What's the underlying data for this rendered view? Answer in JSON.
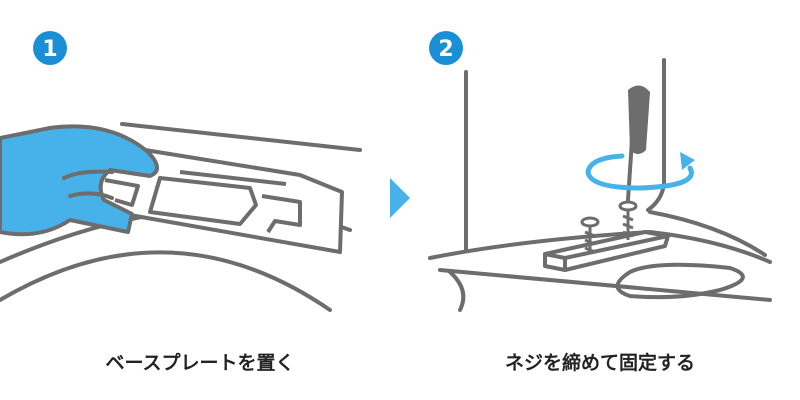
{
  "colors": {
    "accent": "#1a8fd6",
    "hand": "#47b2ea",
    "arrow": "#47b2ea",
    "stroke": "#6d6d6d",
    "text": "#222222"
  },
  "steps": [
    {
      "number": "1",
      "caption": "ベースプレートを置く"
    },
    {
      "number": "2",
      "caption": "ネジを締めて固定する"
    }
  ]
}
